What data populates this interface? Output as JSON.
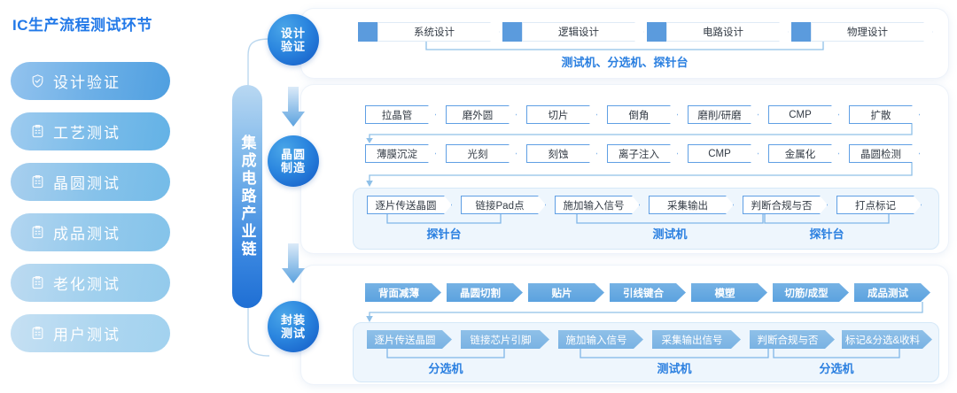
{
  "panel": {
    "title": "IC生产流程测试环节",
    "items": [
      {
        "label": "设计验证",
        "icon": "shield-check-icon"
      },
      {
        "label": "工艺测试",
        "icon": "clipboard-icon"
      },
      {
        "label": "晶圆测试",
        "icon": "clipboard-icon"
      },
      {
        "label": "成品测试",
        "icon": "clipboard-icon"
      },
      {
        "label": "老化测试",
        "icon": "clipboard-icon"
      },
      {
        "label": "用户测试",
        "icon": "clipboard-icon"
      }
    ]
  },
  "spine": {
    "label": "集成电路产业链"
  },
  "stages": [
    {
      "line1": "设计",
      "line2": "验证"
    },
    {
      "line1": "晶圆",
      "line2": "制造"
    },
    {
      "line1": "封装",
      "line2": "测试"
    }
  ],
  "design_section": {
    "steps": [
      "系统设计",
      "逻辑设计",
      "电路设计",
      "物理设计"
    ],
    "equipment_label": "测试机、分选机、探针台"
  },
  "wafer_section": {
    "row1": [
      "拉晶管",
      "磨外圆",
      "切片",
      "倒角",
      "磨削/研磨",
      "CMP",
      "扩散"
    ],
    "row2": [
      "薄膜沉淀",
      "光刻",
      "刻蚀",
      "离子注入",
      "CMP",
      "金属化",
      "晶圆检测"
    ],
    "test_steps": [
      "逐片传送晶圆",
      "链接Pad点",
      "施加输入信号",
      "采集输出",
      "判断合规与否",
      "打点标记"
    ],
    "group_labels": [
      "探针台",
      "测试机",
      "探针台"
    ]
  },
  "package_section": {
    "row1": [
      "背面减薄",
      "晶圆切割",
      "贴片",
      "引线键合",
      "模塑",
      "切筋/成型",
      "成品测试"
    ],
    "test_steps": [
      "逐片传送晶圆",
      "链接芯片引脚",
      "施加输入信号",
      "采集输出信号",
      "判断合规与否",
      "标记&分选&收料"
    ],
    "group_labels": [
      "分选机",
      "测试机",
      "分选机"
    ]
  },
  "colors": {
    "accent": "#2279e8",
    "badge_blue": "#1257c4",
    "chevron_outline": "#5f9fe4",
    "chevron_solid": "#5ba2df",
    "subcard_bg": "#eef6fd"
  }
}
